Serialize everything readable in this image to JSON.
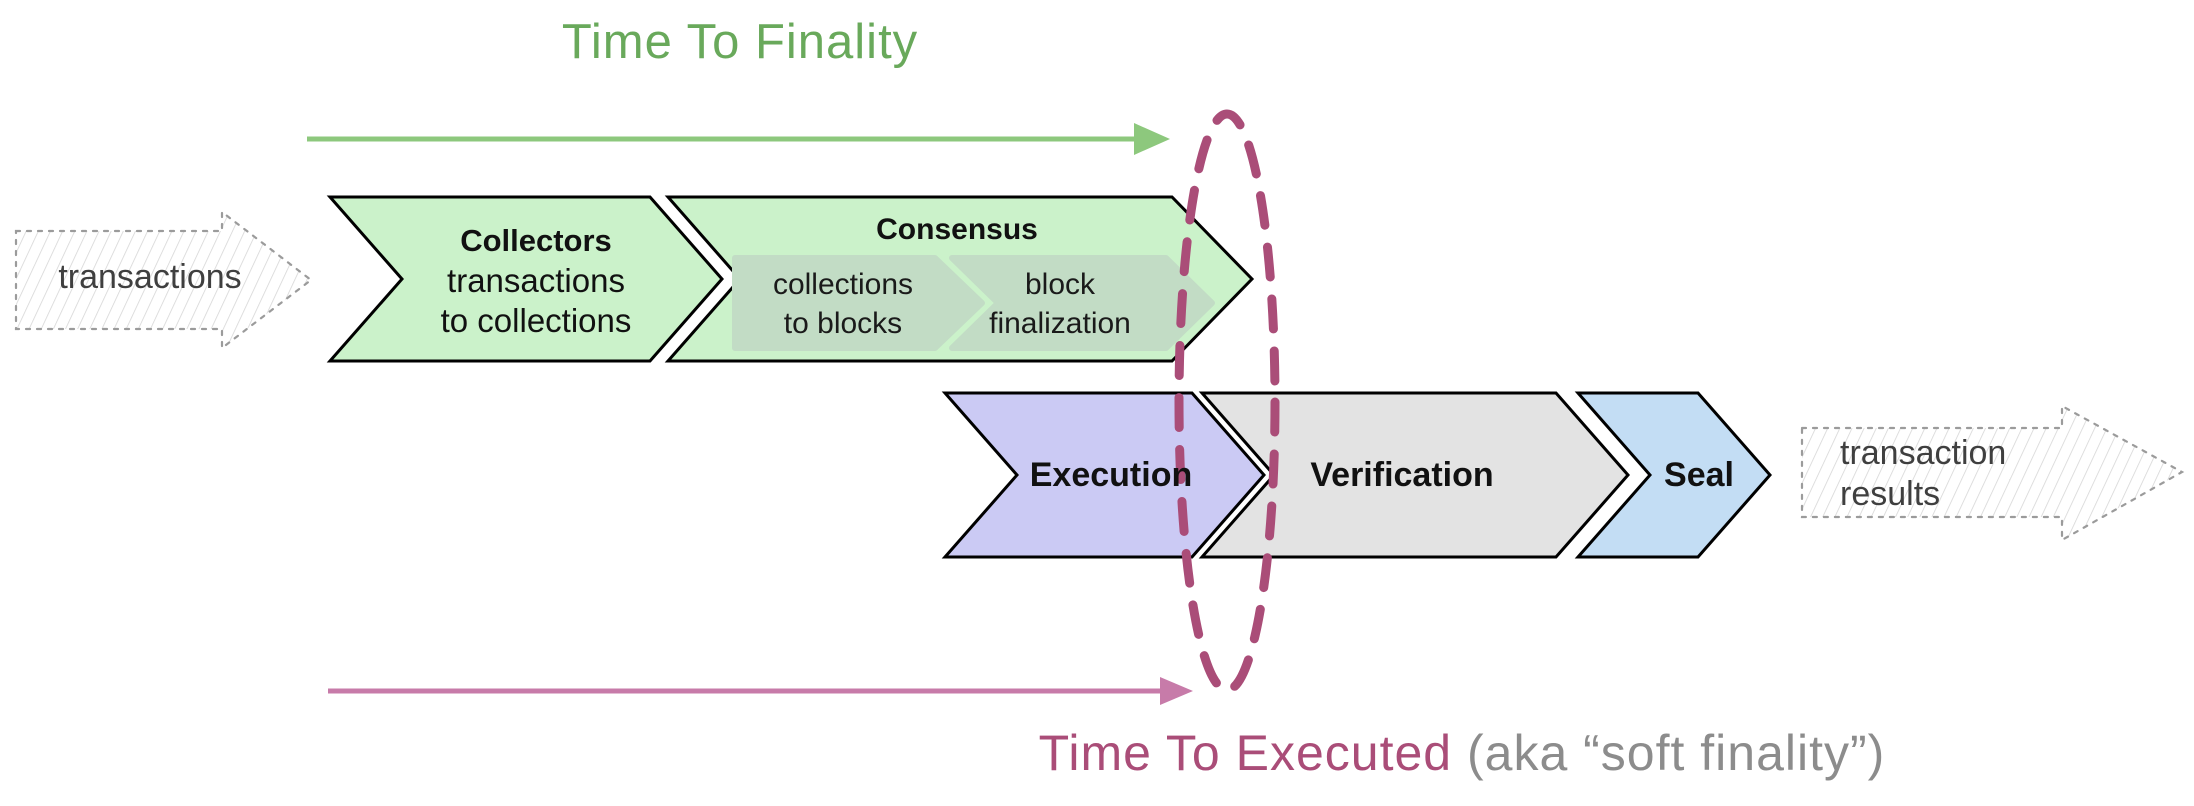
{
  "titles": {
    "top": "Time To Finality",
    "bottom_main": "Time To Executed",
    "bottom_suffix": "(aka “soft finality”)"
  },
  "input_arrow": {
    "label": "transactions"
  },
  "output_arrow": {
    "line1": "transaction",
    "line2": "results"
  },
  "pipeline": {
    "collectors": {
      "title": "Collectors",
      "line1": "transactions",
      "line2": "to collections"
    },
    "consensus": {
      "title": "Consensus",
      "steps": [
        {
          "line1": "collections",
          "line2": "to blocks"
        },
        {
          "line1": "block",
          "line2": "finalization"
        }
      ]
    },
    "execution": {
      "title": "Execution"
    },
    "verification": {
      "title": "Verification"
    },
    "seal": {
      "title": "Seal"
    }
  },
  "colors": {
    "green_title": "#69a95b",
    "green_arrow": "#8dc87d",
    "chevron_green": "#cbf2ca",
    "sub_chevron": "#c2dcc5",
    "chevron_purple": "#cbcaf4",
    "chevron_gray": "#e3e3e3",
    "chevron_blue": "#c3ddf4",
    "outline": "#000000",
    "maroon": "#aa4d78",
    "pink_arrow": "#c77ba9",
    "gray_suffix": "#8c8c8c",
    "sketch_border": "#9b9b9b",
    "sketch_hatch": "#d6d6d6",
    "sketch_text": "#3f3f3f"
  }
}
